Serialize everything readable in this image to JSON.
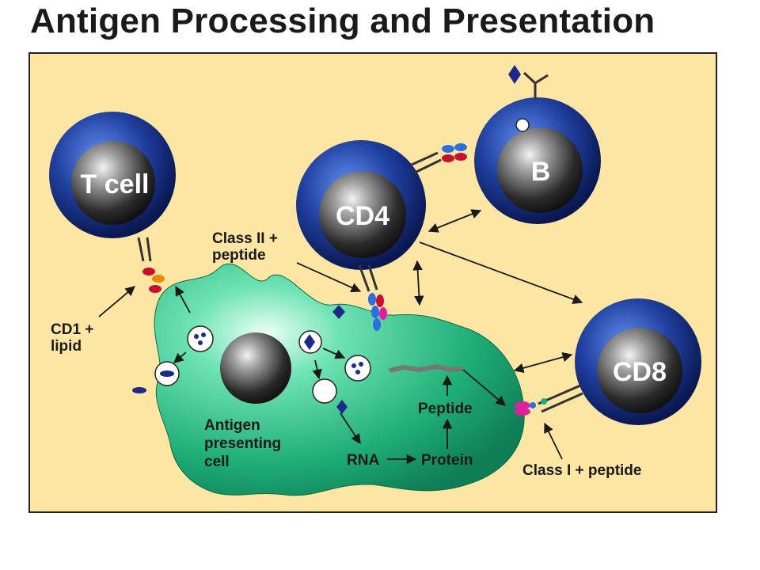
{
  "title": "Antigen Processing and Presentation",
  "cells": {
    "t_cell": "T cell",
    "b_cell": "B",
    "cd4": "CD4",
    "cd8": "CD8"
  },
  "labels": {
    "class_ii_line1": "Class II +",
    "class_ii_line2": "peptide",
    "cd1_line1": "CD1 +",
    "cd1_line2": "lipid",
    "apc_line1": "Antigen",
    "apc_line2": "presenting",
    "apc_line3": "cell",
    "peptide": "Peptide",
    "rna": "RNA",
    "protein": "Protein",
    "class_i": "Class I + peptide"
  },
  "colors": {
    "background_panel": "#fde6a3",
    "cell_blue": "#1f3f9e",
    "nucleus_gray": "#3a3a3a",
    "apc_green": "#2fbf8a",
    "mhc_red": "#c8102e",
    "mhc_blue": "#2b6ee0",
    "mhc_magenta": "#e0219c"
  }
}
